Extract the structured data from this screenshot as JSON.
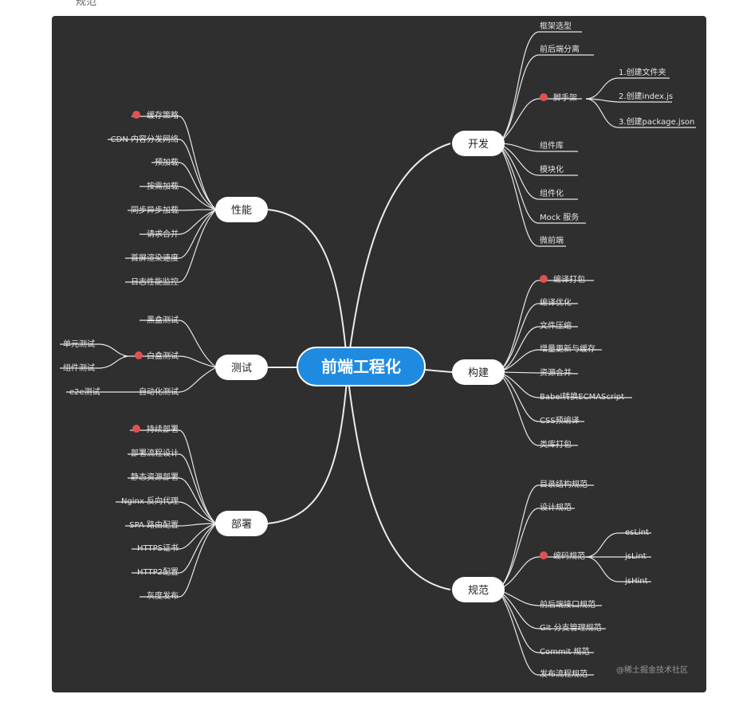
{
  "top_caption": "规范",
  "root": "前端工程化",
  "watermark": "@稀土掘金技术社区",
  "branches": {
    "dev": {
      "label": "开发",
      "items": [
        "框架选型",
        "前后端分离",
        "脚手架",
        "组件库",
        "模块化",
        "组件化",
        "Mock 服务",
        "微前端"
      ],
      "scaffold": [
        "1.创建文件夹",
        "2.创建index.js",
        "3.创建package.json"
      ]
    },
    "build": {
      "label": "构建",
      "items": [
        "编译打包",
        "编译优化",
        "文件压缩",
        "增量更新与缓存",
        "资源合并",
        "Babel转换ECMAScript",
        "CSS预编译",
        "类库打包"
      ]
    },
    "spec": {
      "label": "规范",
      "items": [
        "目录结构规范",
        "设计规范",
        "编码规范",
        "前后端接口规范",
        "Git 分支管理规范",
        "Commit 规范",
        "发布流程规范"
      ],
      "lint": [
        "esLint",
        "jsLint",
        "jsHint"
      ]
    },
    "perf": {
      "label": "性能",
      "items": [
        "缓存策略",
        "CDN 内容分发网络",
        "预加载",
        "按需加载",
        "同步异步加载",
        "请求合并",
        "首屏渲染速度",
        "日志性能监控"
      ]
    },
    "test": {
      "label": "测试",
      "items": [
        "黑盒测试",
        "白盒测试",
        "自动化测试"
      ],
      "whitebox": [
        "单元测试",
        "组件测试"
      ],
      "auto": [
        "e2e测试"
      ]
    },
    "deploy": {
      "label": "部署",
      "items": [
        "持续部署",
        "部署流程设计",
        "静态资源部署",
        "Nginx 反向代理",
        "SPA 路由配置",
        "HTTPS证书",
        "HTTP2配置",
        "灰度发布"
      ]
    }
  },
  "colors": {
    "panel": "#2f2f2f",
    "root": "#1f8be0",
    "marker": "#e05252"
  }
}
